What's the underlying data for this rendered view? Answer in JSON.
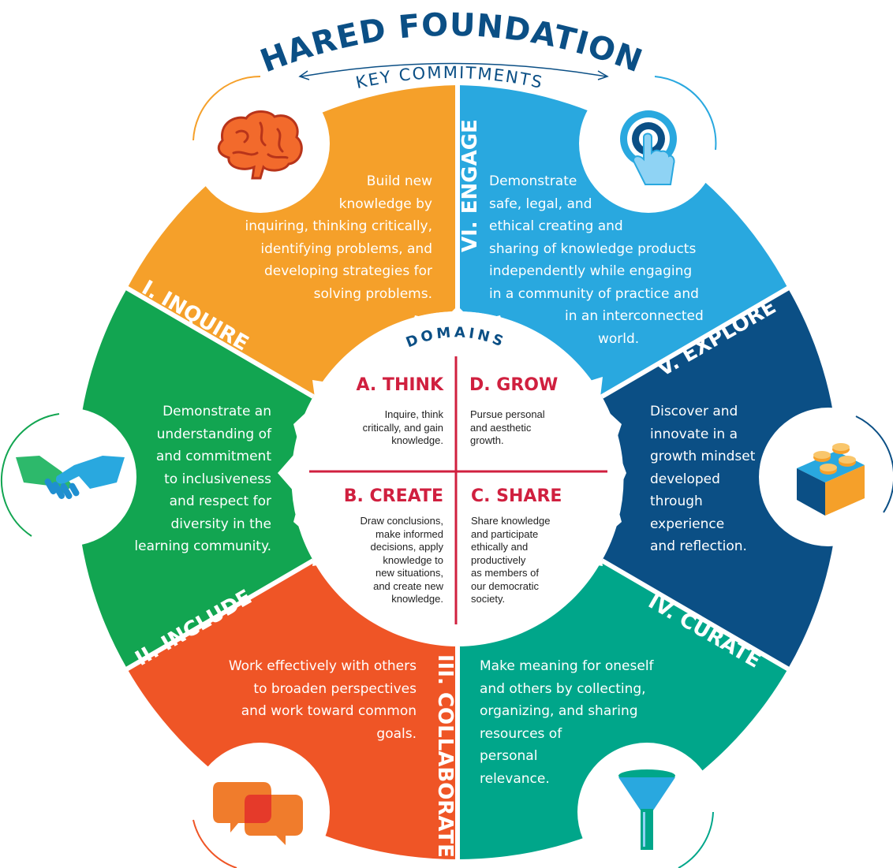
{
  "title": "SHARED FOUNDATIONS",
  "subtitle": "KEY COMMITMENTS",
  "center_title": "DOMAINS",
  "colors": {
    "inquire": "#f5a02a",
    "engage": "#29a8df",
    "explore": "#0b4f85",
    "curate": "#00a68a",
    "collaborate": "#ef5526",
    "include": "#12a551",
    "domain_red": "#d0203f",
    "title_blue": "#0b4f85"
  },
  "foundations": [
    {
      "label": "I. INQUIRE",
      "icon": "brain-icon",
      "lines": [
        "Build new",
        "knowledge by",
        "inquiring, thinking critically,",
        "identifying problems, and",
        "developing strategies for",
        "solving problems."
      ]
    },
    {
      "label": "II. INCLUDE",
      "icon": "handshake-icon",
      "lines": [
        "Demonstrate an",
        "understanding of",
        "and commitment",
        "to inclusiveness",
        "and respect for",
        "diversity in the",
        "learning community."
      ]
    },
    {
      "label": "III. COLLABORATE",
      "icon": "speech-bubbles-icon",
      "lines": [
        "Work effectively with others",
        "to broaden perspectives",
        "and work toward common",
        "goals."
      ]
    },
    {
      "label": "IV. CURATE",
      "icon": "funnel-icon",
      "lines": [
        "Make meaning for oneself",
        "and others by collecting,",
        "organizing, and sharing",
        "resources of",
        "personal",
        "relevance."
      ]
    },
    {
      "label": "V. EXPLORE",
      "icon": "building-block-icon",
      "lines": [
        "Discover and",
        "innovate in a",
        "growth mindset",
        "developed",
        "through",
        "experience",
        "and reflection."
      ]
    },
    {
      "label": "VI. ENGAGE",
      "icon": "touch-target-icon",
      "lines": [
        "Demonstrate",
        "safe, legal, and",
        "ethical creating and",
        "sharing of knowledge products",
        "independently while engaging",
        "in a community of practice and",
        "in an interconnected",
        "world."
      ]
    }
  ],
  "domains": [
    {
      "name": "A. THINK",
      "lines": [
        "Inquire, think",
        "critically, and gain",
        "knowledge."
      ]
    },
    {
      "name": "D. GROW",
      "lines": [
        "Pursue personal",
        "and aesthetic",
        "growth."
      ]
    },
    {
      "name": "B. CREATE",
      "lines": [
        "Draw conclusions,",
        "make informed",
        "decisions, apply",
        "knowledge to",
        "new situations,",
        "and create new",
        "knowledge."
      ]
    },
    {
      "name": "C. SHARE",
      "lines": [
        "Share knowledge",
        "and participate",
        "ethically and",
        "productively",
        "as members of",
        "our democratic",
        "society."
      ]
    }
  ]
}
